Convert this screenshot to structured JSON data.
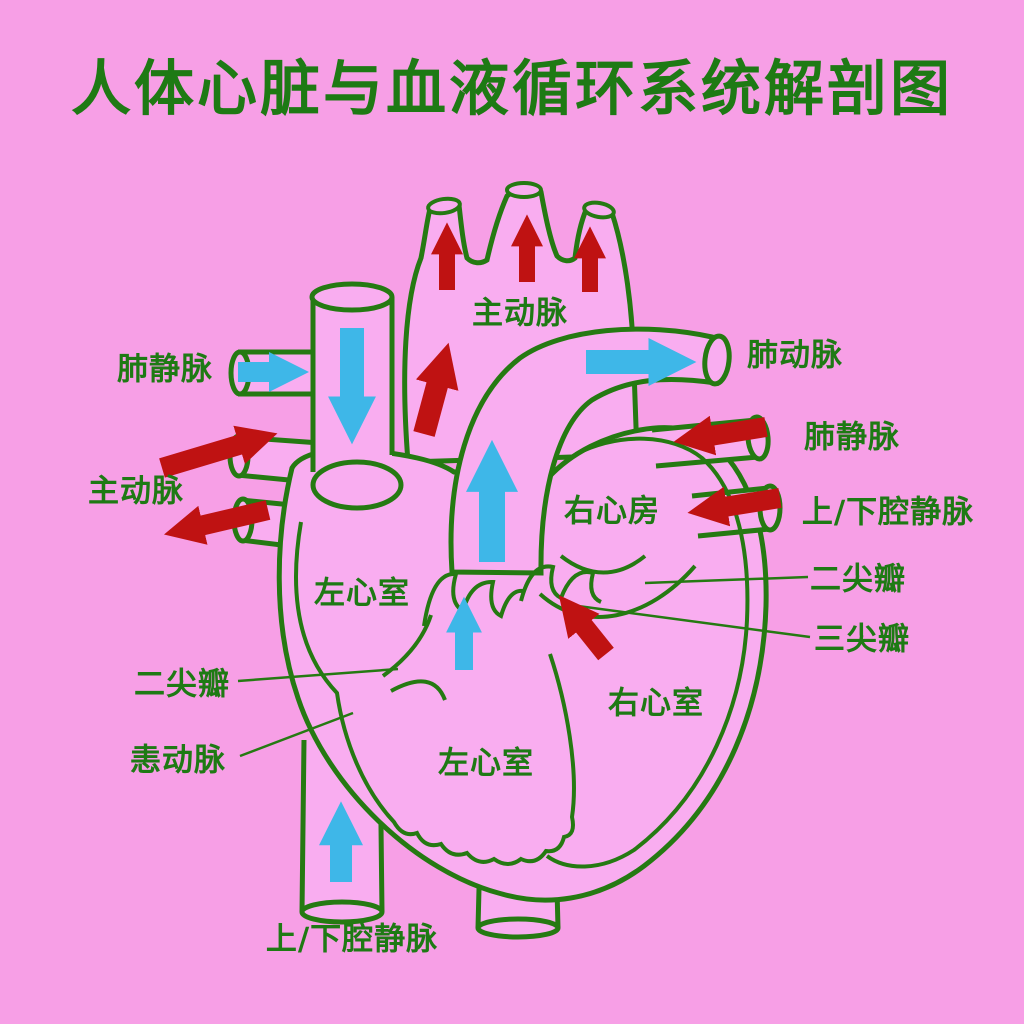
{
  "title": "人体心脏与血液循环系统解剖图",
  "colors": {
    "background": "#f79fe6",
    "anatomy_fill": "#f9adf0",
    "outline_green": "#257a12",
    "label_green": "#1e7a14",
    "arrow_blue": "#3eb7e8",
    "arrow_red": "#bf1212"
  },
  "labels": {
    "aorta_top": "主动脉",
    "pulmonary_vein_left": "肺静脉",
    "aorta_left": "主动脉",
    "pulmonary_artery_right": "肺动脉",
    "pulmonary_vein_right": "肺静脉",
    "vena_cava_right": "上/下腔静脉",
    "right_atrium": "右心房",
    "mitral_valve_right": "二尖瓣",
    "tricuspid_valve_right": "三尖瓣",
    "left_ventricle_upper": "左心室",
    "mitral_valve_left": "二尖瓣",
    "artery_lower_left": "恚动脉",
    "left_ventricle_lower": "左心室",
    "right_ventricle": "右心室",
    "vena_cava_bottom": "上/下腔静脉"
  },
  "arrows": {
    "blue": [
      "svc-flow-down",
      "pulmonary-vein-left-in",
      "pa-root-flow-up",
      "lv-flow-up",
      "pulmonary-artery-flow-right",
      "ivc-flow-up"
    ],
    "red": [
      "aorta-branch-1-up",
      "aorta-branch-2-up",
      "aorta-branch-3-up",
      "ascending-aorta-up",
      "aorta-left-out-upper",
      "aorta-left-out-lower",
      "pulmonary-vein-right-in",
      "vena-cava-right-in",
      "rv-flow-up-left"
    ]
  }
}
